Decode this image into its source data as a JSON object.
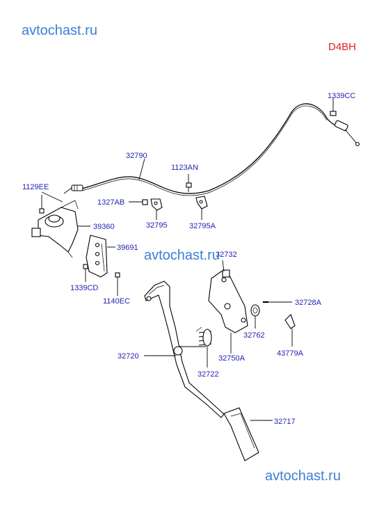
{
  "watermarks": {
    "top": "avtochast.ru",
    "middle": "avtochast.ru",
    "bottom": "avtochast.ru"
  },
  "diagram_code": "D4BH",
  "parts": {
    "p1339CC": "1339CC",
    "p32790": "32790",
    "p1123AN": "1123AN",
    "p1129EE": "1129EE",
    "p1327AB": "1327AB",
    "p32795": "32795",
    "p32795A": "32795A",
    "p39360": "39360",
    "p39691": "39691",
    "p32732": "32732",
    "p1339CD": "1339CD",
    "p1140EC": "1140EC",
    "p32728A": "32728A",
    "p32762": "32762",
    "p43779A": "43779A",
    "p32720": "32720",
    "p32750A": "32750A",
    "p32722": "32722",
    "p32717": "32717"
  }
}
